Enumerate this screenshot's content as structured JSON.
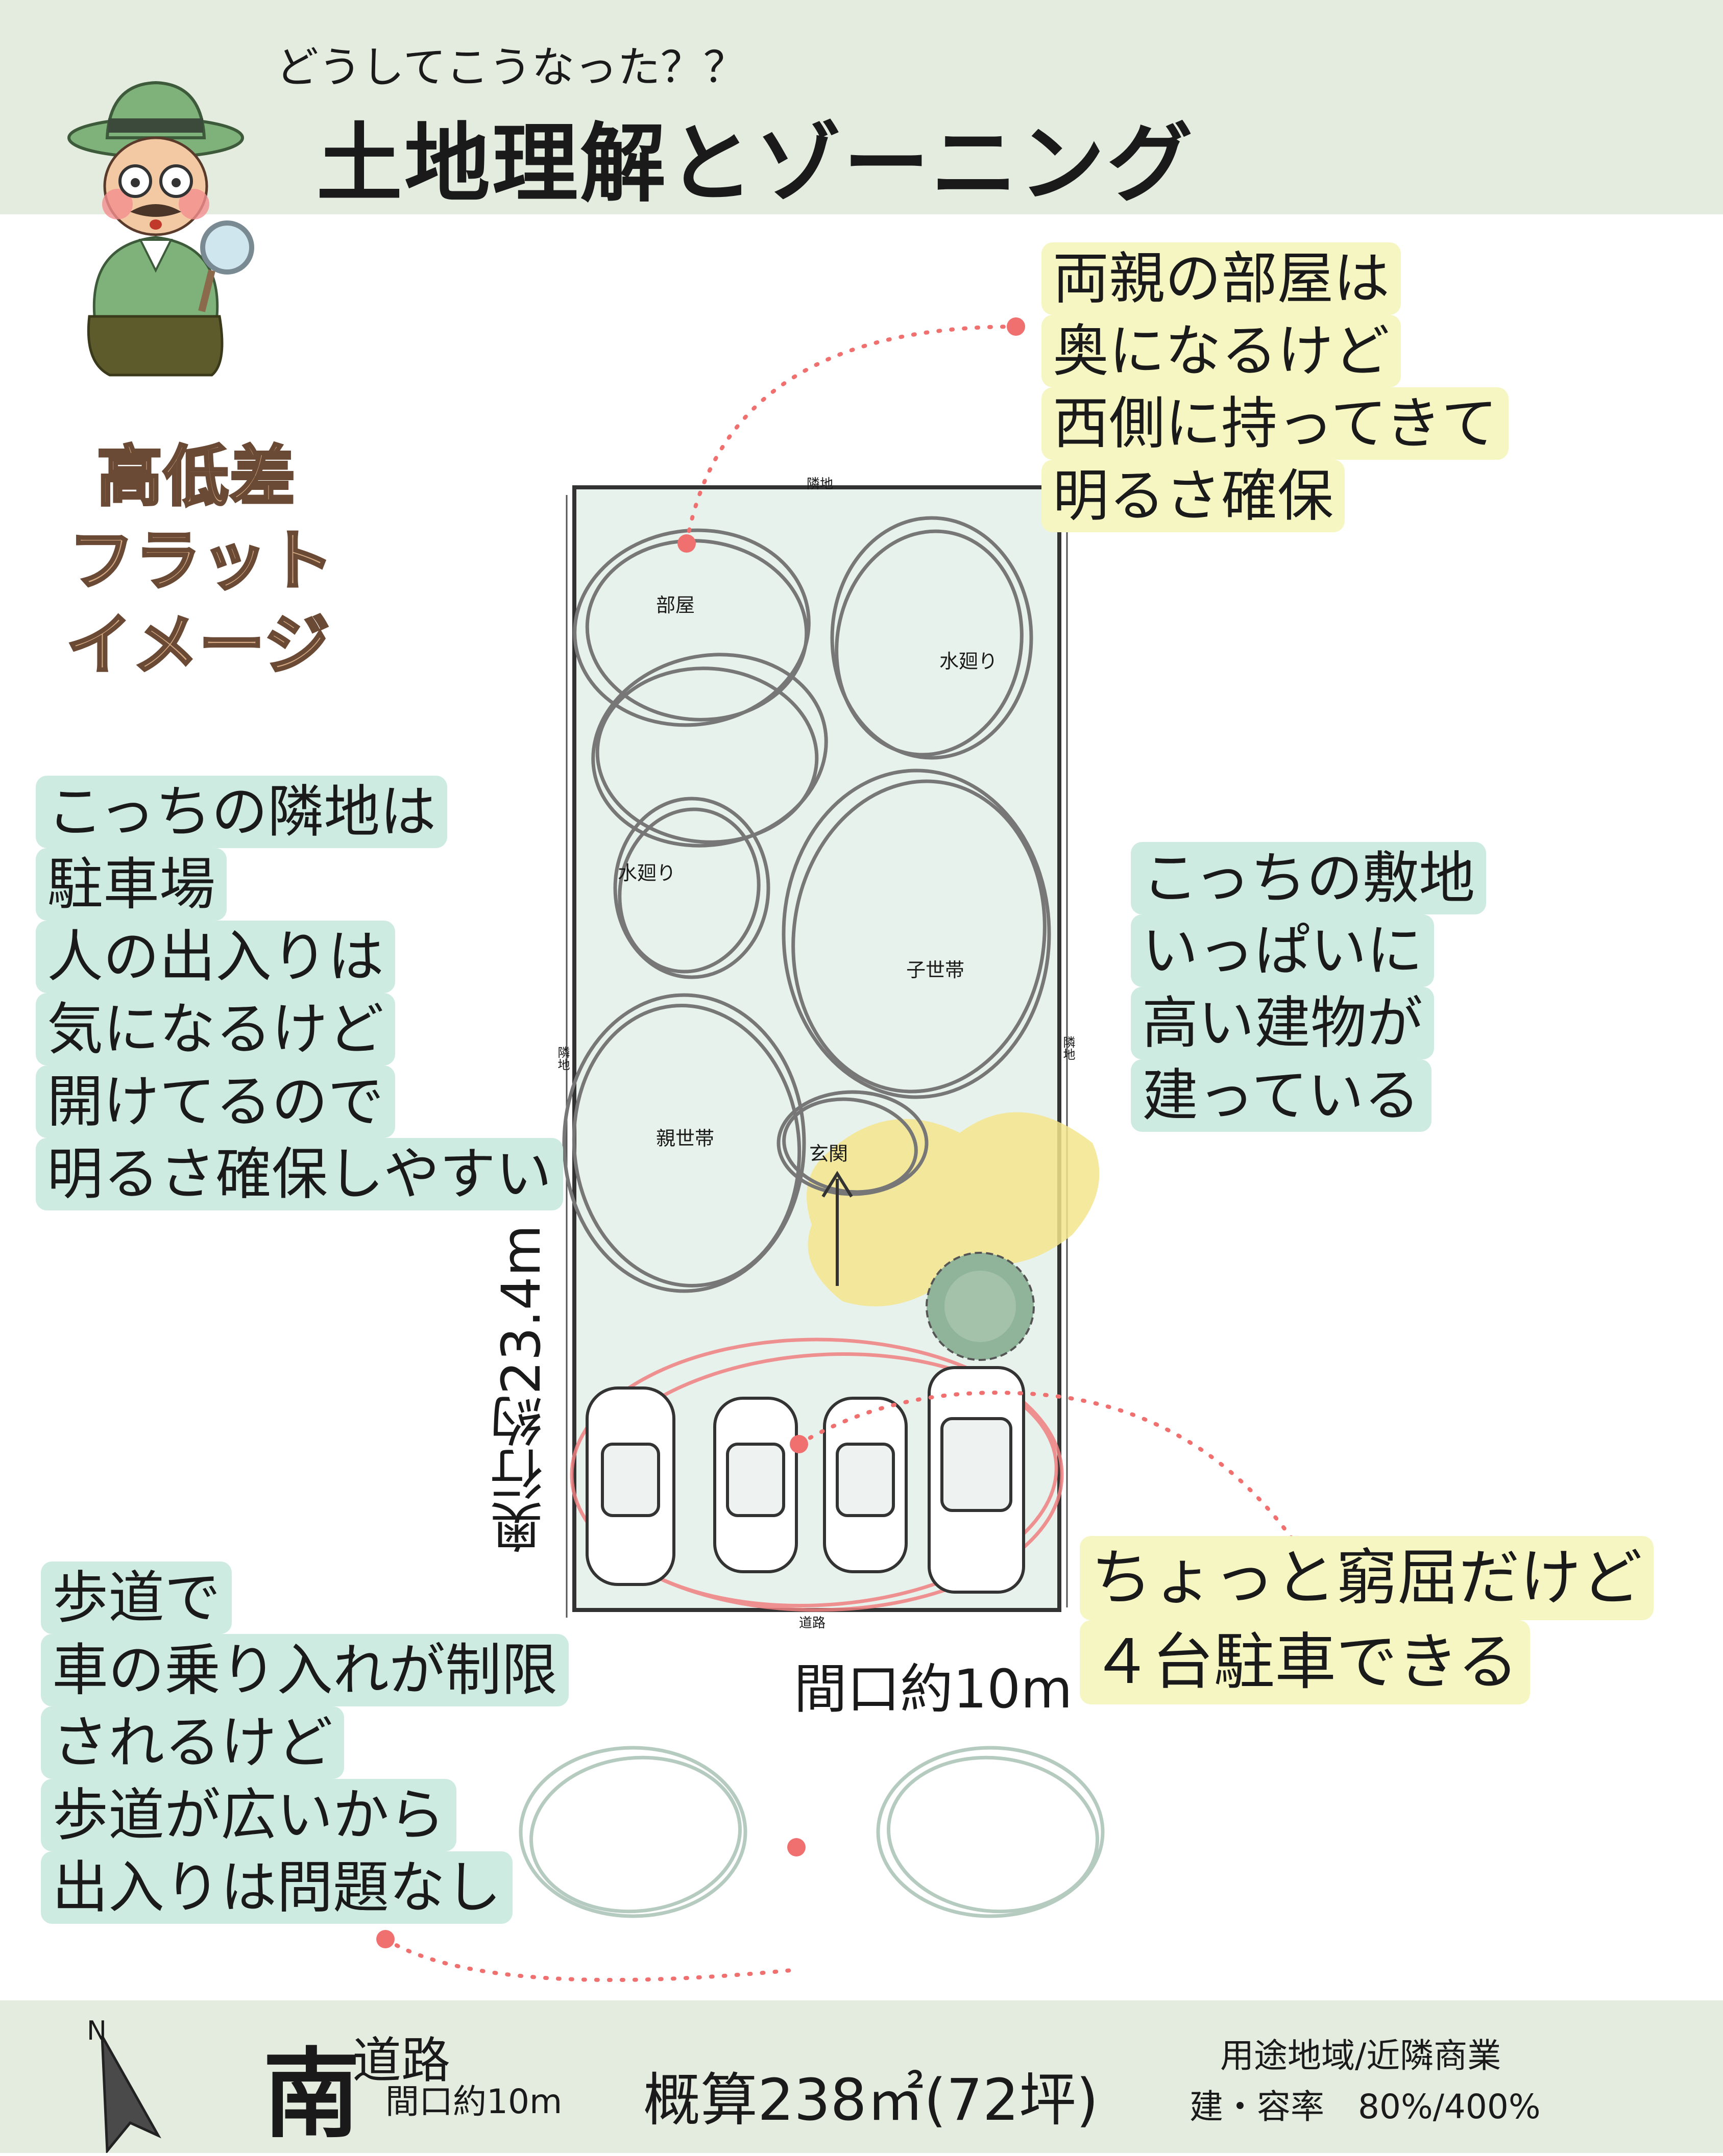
{
  "header": {
    "subtitle": "どうしてこうなった？？",
    "title": "土地理解とゾーニング"
  },
  "side_words": [
    "高低差",
    "フラット",
    "イメージ"
  ],
  "notes": {
    "parents_room": [
      "両親の部屋は",
      "奥になるけど",
      "西側に持ってきて",
      "明るさ確保"
    ],
    "neighbor_parking": [
      "こっちの隣地は",
      "駐車場",
      "人の出入りは",
      "気になるけど",
      "開けてるので",
      "明るさ確保しやすい"
    ],
    "tall_buildings": [
      "こっちの敷地",
      "いっぱいに",
      "高い建物が",
      "建っている"
    ],
    "four_cars": [
      "ちょっと窮屈だけど",
      "４台駐車できる"
    ],
    "sidewalk": [
      "歩道で",
      "車の乗り入れが制限",
      "されるけど",
      "歩道が広いから",
      "出入りは問題なし"
    ]
  },
  "plan": {
    "edge_top": "隣地",
    "edge_bottom": "道路",
    "edge_left": "隣地",
    "edge_right": "隣地",
    "rooms": {
      "room": "部屋",
      "wet_top": "水廻り",
      "wet_mid": "水廻り",
      "child_household": "子世帯",
      "parent_household": "親世帯",
      "entrance": "玄関"
    },
    "depth": "奥行約23.4m",
    "frontage": "間口約10m"
  },
  "footer": {
    "north": "N",
    "direction": "南",
    "road": "道路",
    "frontage": "間口約10m",
    "area": "概算238㎡(72坪)",
    "zoning": "用途地域/近隣商業",
    "far": "建・容率　80%/400%"
  },
  "colors": {
    "band": "#e3ecdf",
    "site_fill": "#e8f2ec",
    "note_yellow": "#f6f6c3",
    "note_green": "#cdebe1",
    "accent_red": "#f07070",
    "entrance_yellow": "#f3e58c",
    "side_word": "#d4a982"
  },
  "icons": {
    "mascot": "detective-mascot-icon",
    "north_arrow": "north-arrow-icon",
    "car": "car-icon",
    "tree": "tree-icon"
  }
}
